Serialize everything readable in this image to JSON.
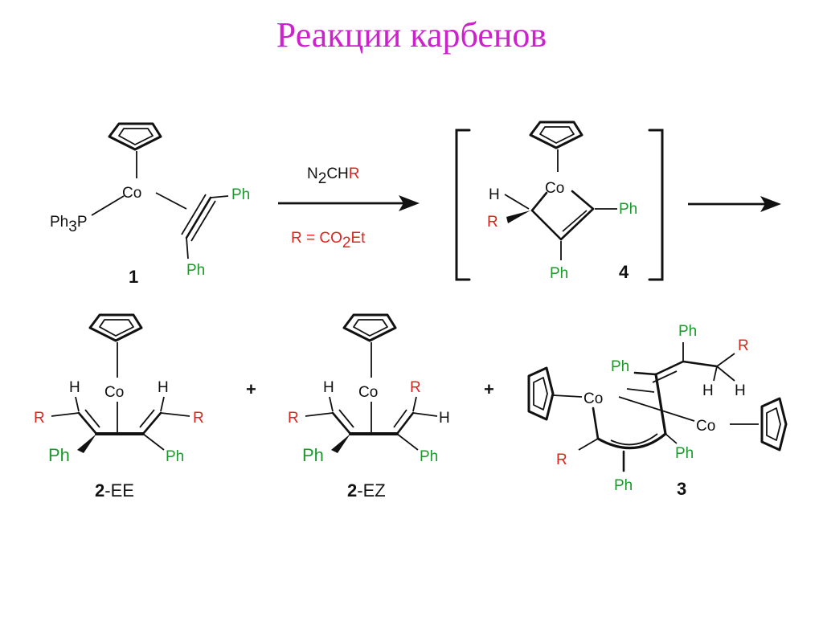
{
  "slide": {
    "title": "Реакции карбенов"
  },
  "colors": {
    "title": "#cc22cc",
    "text": "#111111",
    "red": "#e0231c",
    "green": "#1a9a2a"
  },
  "labels": {
    "co": "Co",
    "ph": "Ph",
    "ph3p_main": "Ph",
    "ph3p_sub": "3",
    "ph3p_tail": "P",
    "h": "H",
    "r": "R",
    "plus": "+"
  },
  "reagent": {
    "n": "N",
    "n_sub": "2",
    "ch": "CH",
    "r": "R",
    "cond_prefix": "R = CO",
    "cond_sub": "2",
    "cond_tail": "Et"
  },
  "compounds": {
    "c1": "1",
    "c4": "4",
    "c2ee_num": "2",
    "c2ee_tag": "-EE",
    "c2ez_num": "2",
    "c2ez_tag": "-EZ",
    "c3": "3"
  }
}
